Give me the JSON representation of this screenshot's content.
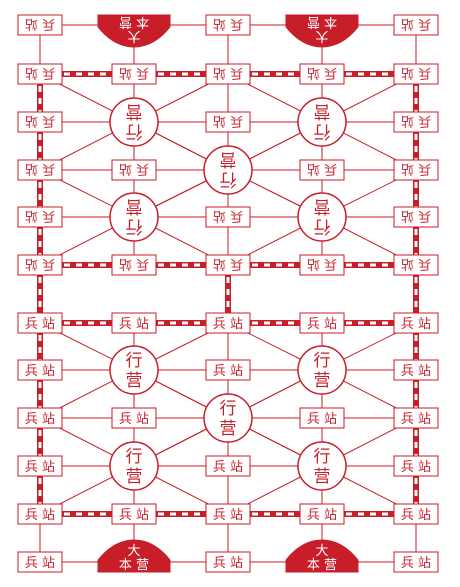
{
  "labels": {
    "post": "兵 站",
    "camp": [
      "行",
      "营"
    ],
    "hq": [
      "大",
      "本 营"
    ]
  },
  "colors": {
    "red": "#c81e2a",
    "white": "#ffffff"
  },
  "pieces": {
    "camp": "circle",
    "post": "rect",
    "hq": "dome"
  },
  "board_grid": {
    "columns": 5,
    "rows_per_side": 6,
    "top_side": "rotated-180",
    "bottom_side": "upright",
    "hq_columns": [
      1,
      3
    ],
    "camp_positions": [
      [
        2,
        1
      ],
      [
        2,
        3
      ],
      [
        3,
        2
      ],
      [
        4,
        1
      ],
      [
        4,
        3
      ]
    ],
    "railway_rows": [
      1,
      5
    ],
    "railway_columns": [
      0,
      4
    ]
  }
}
